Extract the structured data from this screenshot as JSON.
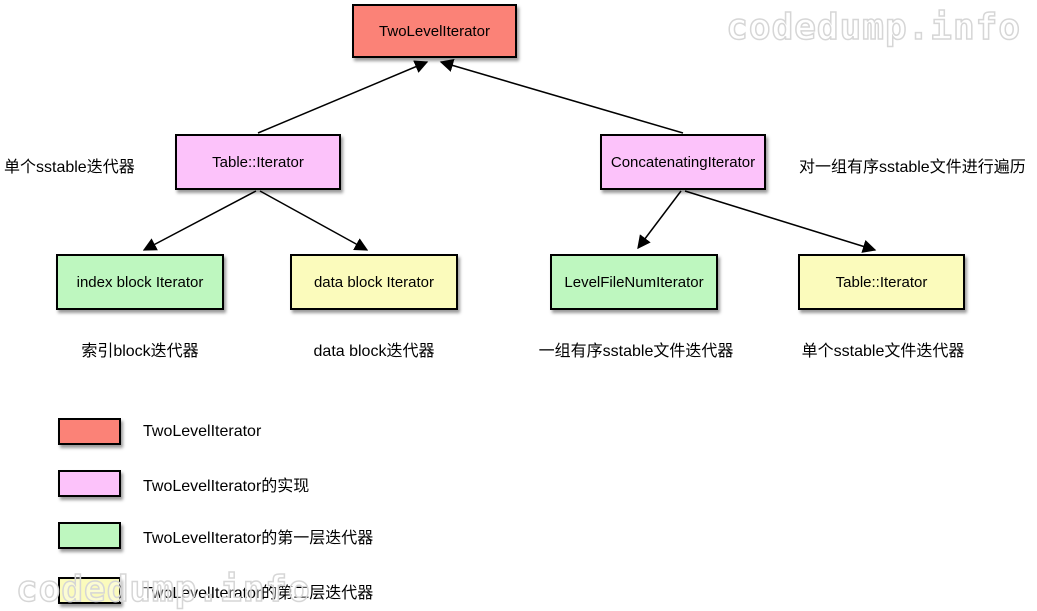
{
  "watermark": {
    "text": "codedump.info"
  },
  "colors": {
    "root_red": "#FB8277",
    "impl_pink": "#FCC2FA",
    "first_level_green": "#BEF7BF",
    "second_level_yellow": "#FBFBBC",
    "border": "#000000"
  },
  "nodes": {
    "root": "TwoLevelIterator",
    "left_mid": "Table::Iterator",
    "right_mid": "ConcatenatingIterator",
    "leaf_index_block": "index block Iterator",
    "leaf_data_block": "data block Iterator",
    "leaf_levelfilenum": "LevelFileNumIterator",
    "leaf_table_iterator": "Table::Iterator"
  },
  "annotations": {
    "left": "单个sstable迭代器",
    "right": "对一组有序sstable文件进行遍历"
  },
  "captions": {
    "index_block": "索引block迭代器",
    "data_block": "data block迭代器",
    "levelfilenum": "一组有序sstable文件迭代器",
    "table_iterator": "单个sstable文件迭代器"
  },
  "legend": [
    {
      "color": "#FB8277",
      "label": "TwoLevelIterator"
    },
    {
      "color": "#FCC2FA",
      "label": "TwoLevelIterator的实现"
    },
    {
      "color": "#BEF7BF",
      "label": "TwoLevelIterator的第一层迭代器"
    },
    {
      "color": "#FBFBBC",
      "label": "TwoLevelIterator的第二层迭代器"
    }
  ]
}
